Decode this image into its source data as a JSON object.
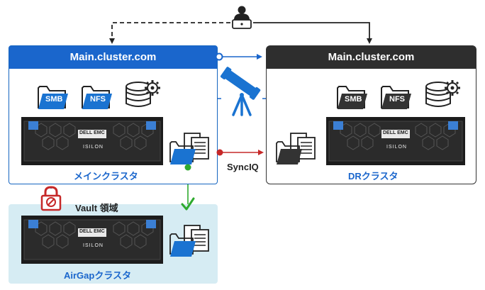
{
  "main_cluster": {
    "host": "Main.cluster.com",
    "label": "メインクラスタ",
    "protocols": [
      "SMB",
      "NFS"
    ]
  },
  "dr_cluster": {
    "host": "Main.cluster.com",
    "label": "DRクラスタ",
    "protocols": [
      "SMB",
      "NFS"
    ]
  },
  "airgap": {
    "label": "AirGapクラスタ",
    "vault_label": "Vault 領域"
  },
  "hardware": {
    "brand": "DELL EMC",
    "product": "ISILON"
  },
  "replication": {
    "label": "SyncIQ"
  },
  "colors": {
    "main_blue": "#1a66cc",
    "dark": "#2e2e2e",
    "airgap_bg": "#d6ecf3",
    "sync_red": "#c62828",
    "check_green": "#2eaa2e"
  },
  "icons": [
    "user-laptop-icon",
    "folder-icon",
    "database-gear-icon",
    "telescope-icon",
    "lock-icon",
    "document-folder-icon",
    "checkmark-icon"
  ]
}
